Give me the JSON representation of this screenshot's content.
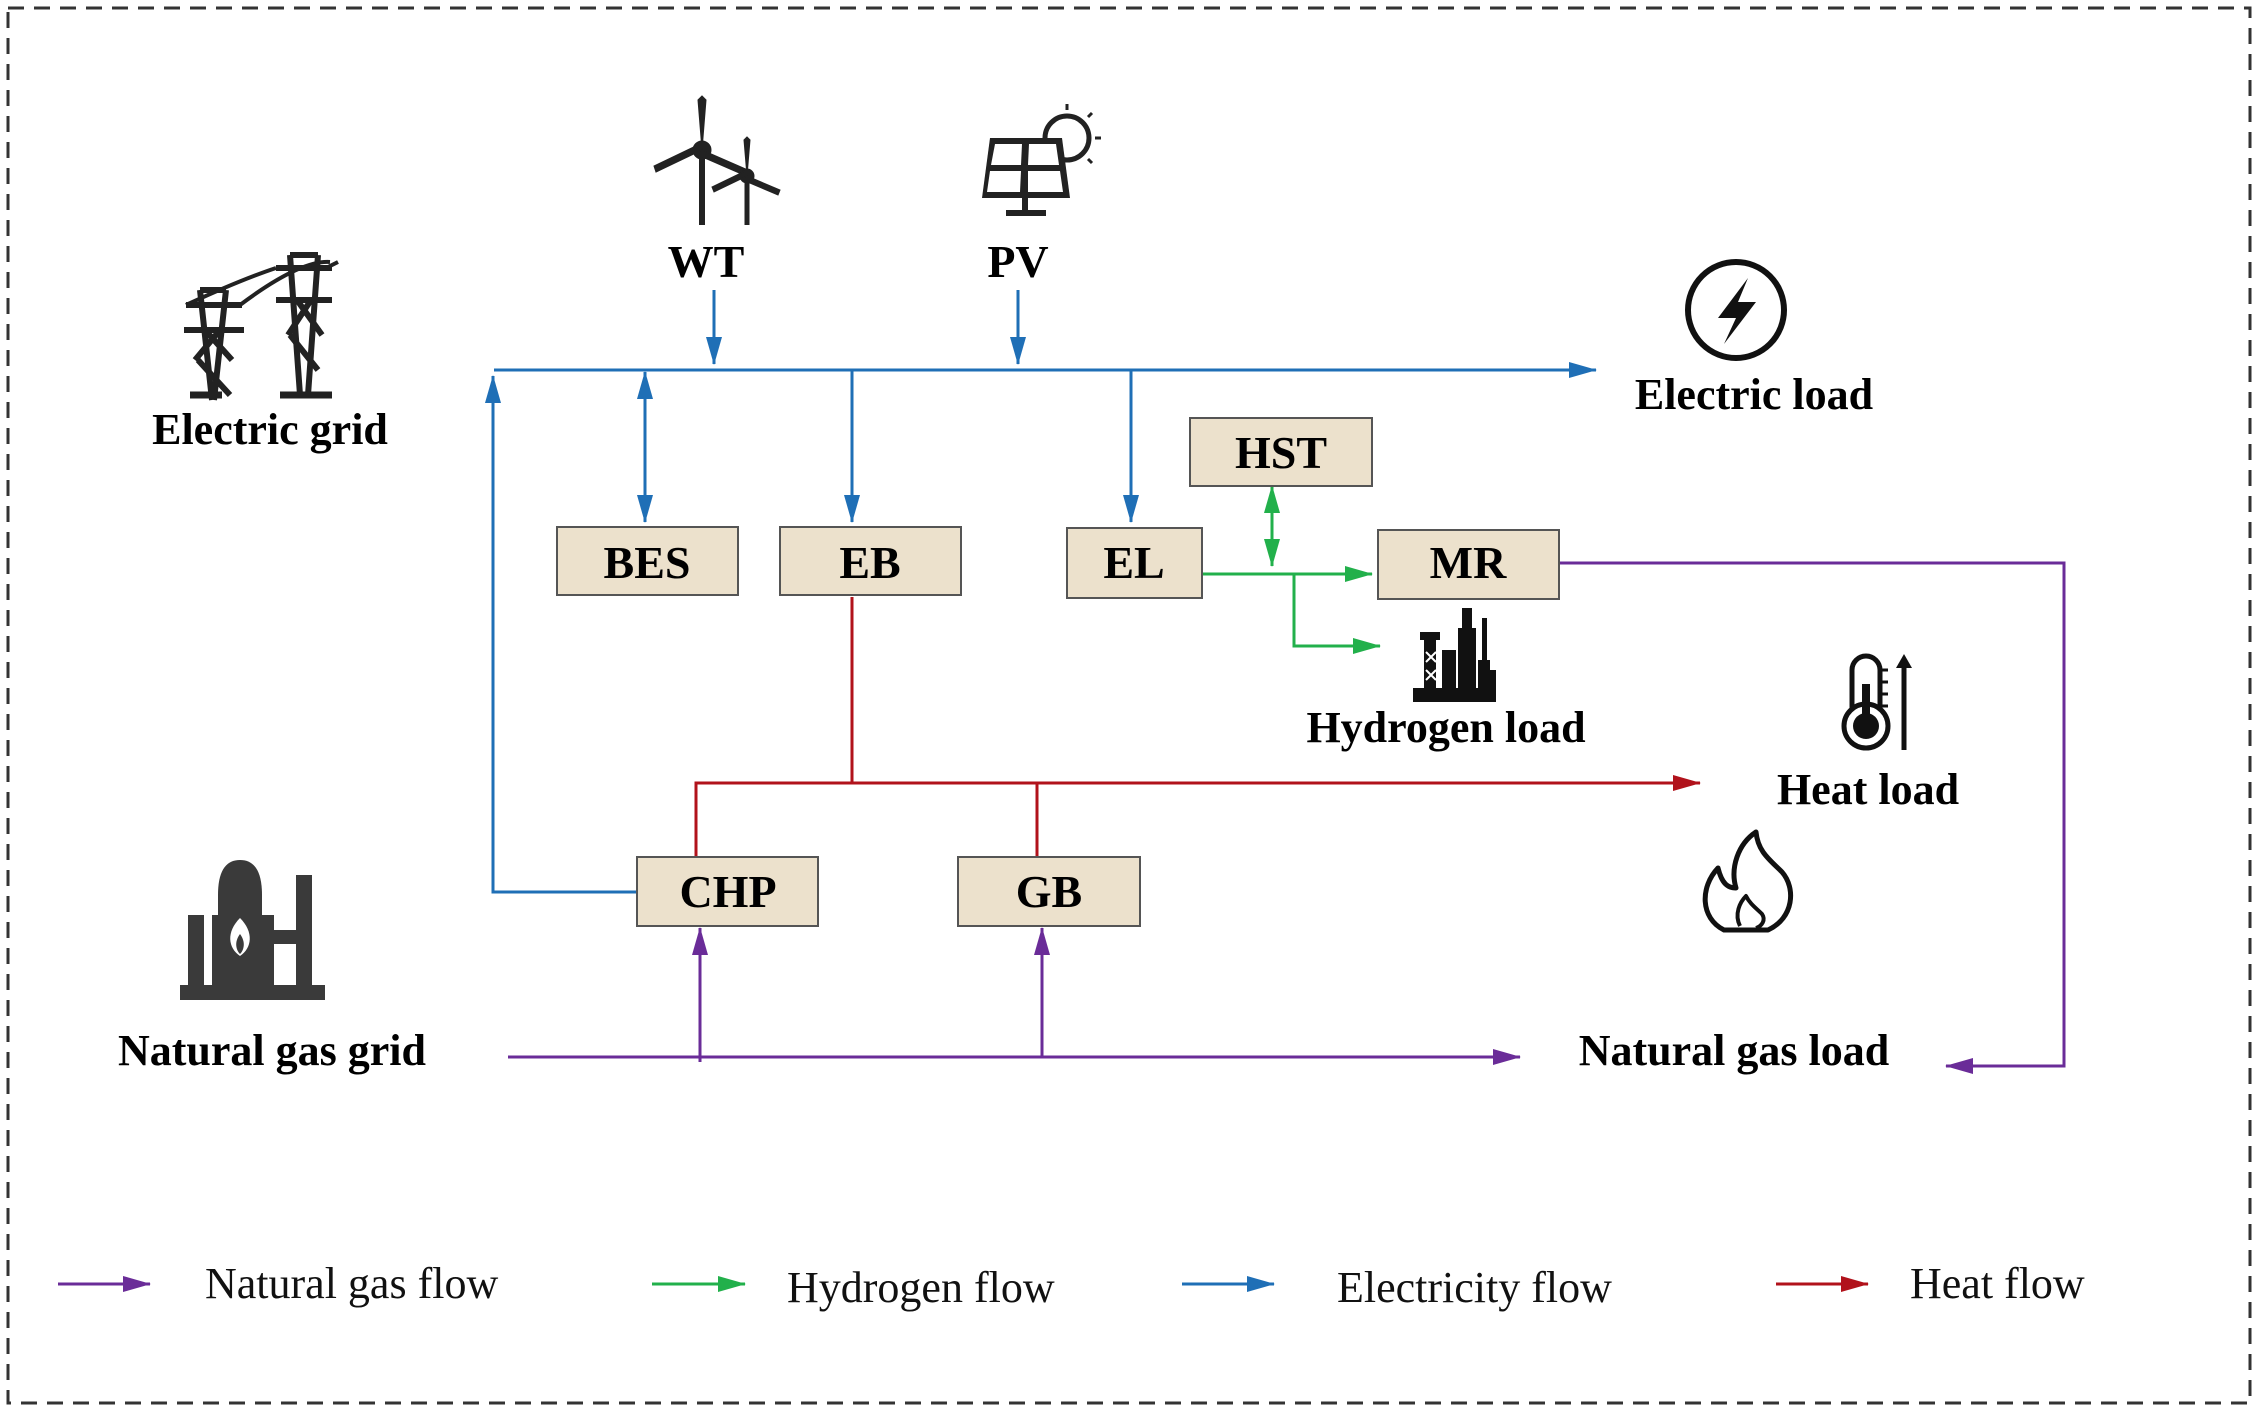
{
  "colors": {
    "electricity": "#1f6fb6",
    "hydrogen": "#22b04b",
    "heat": "#b1121b",
    "natural_gas": "#6a2c98",
    "component_fill": "#ece1cc"
  },
  "sources": {
    "wt": {
      "label": "WT",
      "icon": "wind-turbine-icon"
    },
    "pv": {
      "label": "PV",
      "icon": "solar-panel-icon"
    },
    "electric_grid": {
      "label": "Electric grid",
      "icon": "transmission-tower-icon"
    },
    "natural_gas_grid": {
      "label": "Natural gas grid",
      "icon": "gas-plant-icon"
    }
  },
  "loads": {
    "electric": {
      "label": "Electric load",
      "icon": "lightning-bolt-icon"
    },
    "hydrogen": {
      "label": "Hydrogen load",
      "icon": "refinery-icon"
    },
    "heat": {
      "label": "Heat load",
      "icon": "thermometer-icon"
    },
    "natural_gas": {
      "label": "Natural gas load",
      "icon": "flame-icon"
    }
  },
  "components": {
    "bes": "BES",
    "eb": "EB",
    "el": "EL",
    "hst": "HST",
    "mr": "MR",
    "chp": "CHP",
    "gb": "GB"
  },
  "legend": {
    "natural_gas": "Natural gas flow",
    "hydrogen": "Hydrogen flow",
    "electricity": "Electricity flow",
    "heat": "Heat flow"
  }
}
